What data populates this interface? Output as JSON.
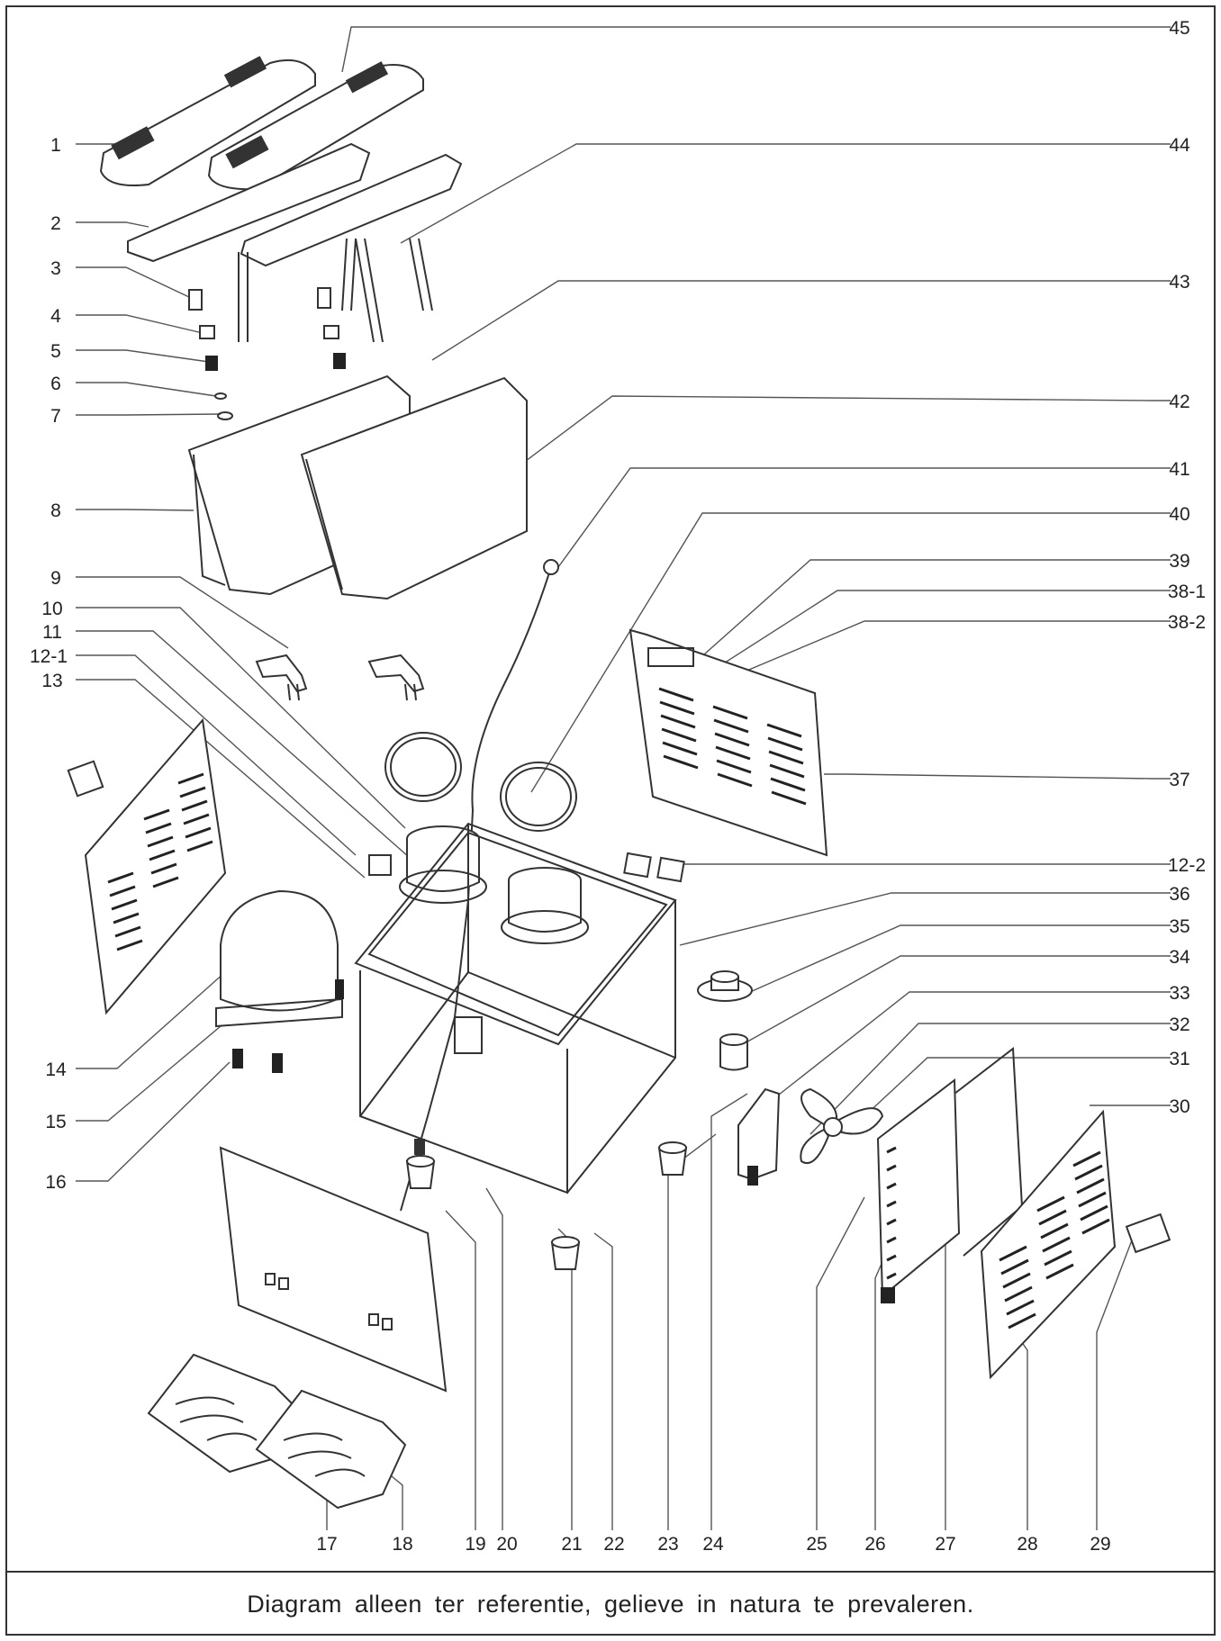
{
  "labels_left": [
    "1",
    "2",
    "3",
    "4",
    "5",
    "6",
    "7",
    "8",
    "9",
    "10",
    "11",
    "12-1",
    "13",
    "14",
    "15",
    "16"
  ],
  "labels_right": [
    "45",
    "44",
    "43",
    "42",
    "41",
    "40",
    "39",
    "38-1",
    "38-2",
    "37",
    "12-2",
    "36",
    "35",
    "34",
    "33",
    "32",
    "31",
    "30"
  ],
  "labels_bottom": [
    "17",
    "18",
    "19",
    "20",
    "21",
    "22",
    "23",
    "24",
    "25",
    "26",
    "27",
    "28",
    "29"
  ],
  "caption": "Diagram alleen ter referentie, gelieve in natura te prevaleren."
}
